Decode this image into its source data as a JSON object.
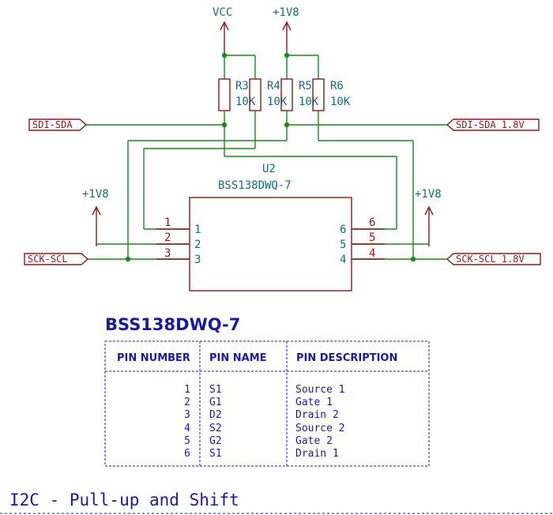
{
  "power": {
    "vcc": "VCC",
    "v1v8_top": "+1V8",
    "v1v8_left": "+1V8",
    "v1v8_right": "+1V8"
  },
  "resistors": [
    {
      "ref": "R3",
      "value": "10K"
    },
    {
      "ref": "R4",
      "value": "10K"
    },
    {
      "ref": "R5",
      "value": "10K"
    },
    {
      "ref": "R6",
      "value": "10K"
    }
  ],
  "ports": {
    "sdi_sda": "SDI-SDA",
    "sck_scl": "SCK-SCL",
    "sdi_sda_18": "SDI-SDA_1.8V",
    "sck_scl_18": "SCK-SCL_1.8V"
  },
  "ic": {
    "ref": "U2",
    "part": "BSS138DWQ-7",
    "left_pins": [
      "1",
      "2",
      "3"
    ],
    "right_pins": [
      "6",
      "5",
      "4"
    ],
    "left_wire_nums": [
      "1",
      "2",
      "3"
    ],
    "right_wire_nums": [
      "6",
      "5",
      "4"
    ]
  },
  "table": {
    "title": "BSS138DWQ-7",
    "headers": [
      "PIN NUMBER",
      "PIN NAME",
      "PIN DESCRIPTION"
    ],
    "rows": [
      {
        "num": "1",
        "name": "S1",
        "desc": "Source 1"
      },
      {
        "num": "2",
        "name": "G1",
        "desc": "Gate 1"
      },
      {
        "num": "3",
        "name": "D2",
        "desc": "Drain 2"
      },
      {
        "num": "4",
        "name": "S2",
        "desc": "Source 2"
      },
      {
        "num": "5",
        "name": "G2",
        "desc": "Gate 2"
      },
      {
        "num": "6",
        "name": "S1",
        "desc": "Drain 1"
      }
    ]
  },
  "section_title": "I2C - Pull-up and Shift",
  "colors": {
    "wire": "#1a8a1a",
    "component": "#8b1a1a",
    "ic_text": "#1a6b7a",
    "table": "#1a1aa0"
  }
}
